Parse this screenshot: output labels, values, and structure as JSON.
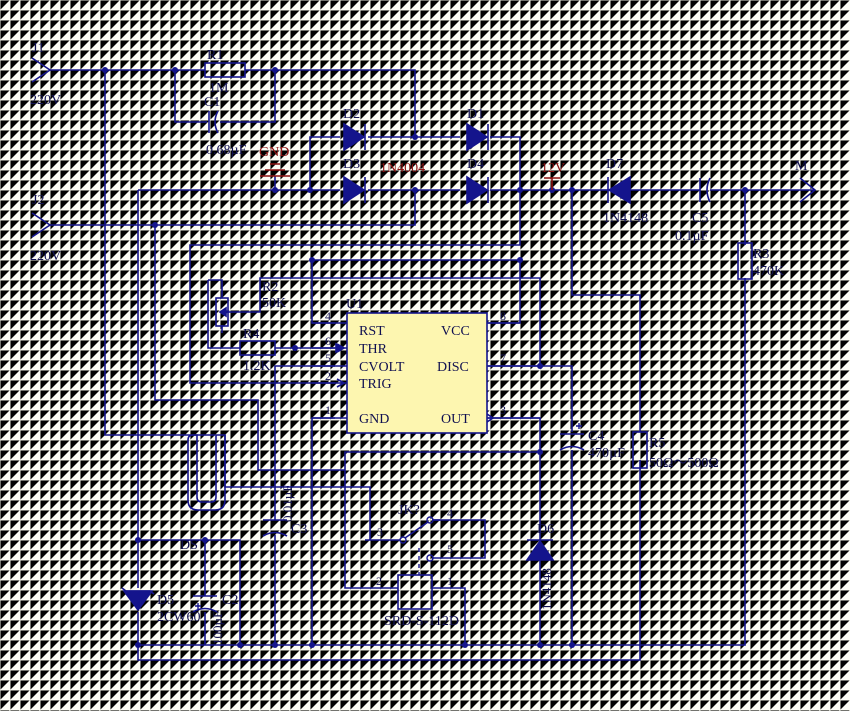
{
  "labels": {
    "j1": "J1",
    "j1_v": "220V",
    "j2": "J2",
    "j2_v": "220V",
    "r1": "R1",
    "r1_v": "1M",
    "c1": "C1",
    "c1_v": "0.68µF",
    "gnd": "GND",
    "d2": "D2",
    "d3": "D3",
    "d1": "D1",
    "d4": "D4",
    "d_type": "1N4004",
    "v12": "12V",
    "d7": "D7",
    "d7_v": "1N4148",
    "c5": "C5",
    "c5_v": "0.1µF",
    "m": "M",
    "r3": "R3",
    "r3_v": "470K",
    "r2": "R2",
    "r2_v": "50K",
    "r4": "R4",
    "r4_v": "1.2K",
    "u1": "U1",
    "c3": "C3",
    "c3_v": "0.01µF",
    "c4": "C4",
    "c4_v": "470µF",
    "r5": "R5",
    "r5_v": "50Ω～500Ω",
    "jk": "JK?",
    "d6": "D6",
    "d6_v": "1N4148",
    "ds": "DS",
    "d5": "D5",
    "d5_v": "2CW60",
    "c2": "C2",
    "c2_v": "100µF",
    "relay": "SRD-S-112D"
  },
  "u1": {
    "pins_left": [
      {
        "num": "4",
        "name": "RST"
      },
      {
        "num": "6",
        "name": "THR"
      },
      {
        "num": "5",
        "name": "CVOLT"
      },
      {
        "num": "2",
        "name": "TRIG"
      },
      {
        "num": "1",
        "name": "GND"
      }
    ],
    "pins_right": [
      {
        "num": "8",
        "name": "VCC"
      },
      {
        "num": "7",
        "name": "DISC"
      },
      {
        "num": "3",
        "name": "OUT"
      }
    ]
  },
  "relay_pins": {
    "p1": "1",
    "p2": "2",
    "p3": "3",
    "p4": "4",
    "p5": "5"
  },
  "colors": {
    "wire": "#14148c",
    "ic_body": "#fdf6b0",
    "net_label": "#8b1010",
    "background": "#fbfbf4"
  }
}
